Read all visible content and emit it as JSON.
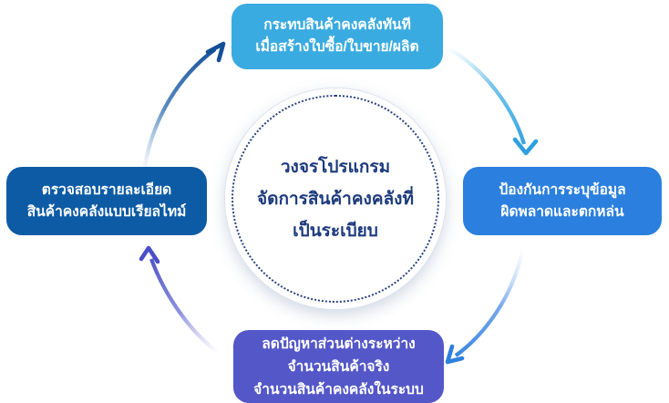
{
  "diagram": {
    "title_semantic": "inventory-management-cycle",
    "center": {
      "line1": "วงจรโปรแกรม",
      "line2": "จัดการสินค้าคงคลังที่",
      "line3": "เป็นระเบียบ",
      "text_color": "#1c3a7d",
      "dotted_ring_color": "#25417f"
    },
    "nodes": {
      "top": {
        "line1": "กระทบสินค้าคงคลังทันที",
        "line2": "เมื่อสร้างใบซื้อ/ใบขาย/ผลิต",
        "color": "#3aabe0"
      },
      "right": {
        "line1": "ป้องกันการระบุข้อมูล",
        "line2": "ผิดพลาดและตกหล่น",
        "color": "#2b7fde"
      },
      "bottom": {
        "line1": "ลดปัญหาส่วนต่างระหว่าง",
        "line2": "จำนวนสินค้าจริง",
        "line3": "จำนวนสินค้าคงคลังในระบบ",
        "color": "#5357c8"
      },
      "left": {
        "line1": "ตรวจสอบรายละเอียด",
        "line2": "สินค้าคงคลังแบบเรียลไทม์",
        "color": "#0d5ba5"
      }
    },
    "arrows": {
      "left_to_top": {
        "color": "#134f96",
        "direction": "clockwise"
      },
      "top_to_right": {
        "color": "#2d9fe0",
        "direction": "clockwise"
      },
      "right_to_bottom": {
        "color": "#2f80de",
        "direction": "clockwise"
      },
      "bottom_to_left": {
        "color": "#4a4fc6",
        "direction": "clockwise"
      }
    }
  }
}
